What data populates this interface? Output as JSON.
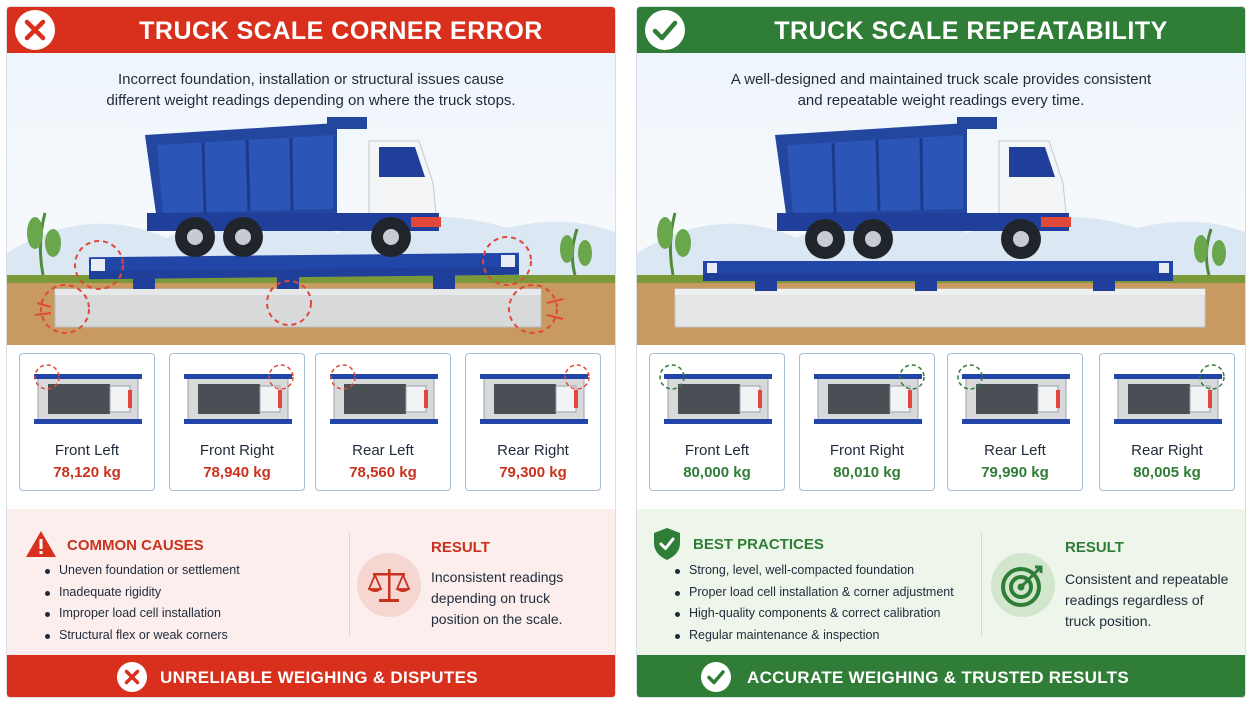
{
  "left": {
    "title": "TRUCK SCALE CORNER ERROR",
    "subtitle_line1": "Incorrect foundation, installation or structural issues cause",
    "subtitle_line2": "different weight readings depending on where the truck stops.",
    "cards": [
      {
        "label": "Front Left",
        "value": "78,120 kg"
      },
      {
        "label": "Front Right",
        "value": "78,940 kg"
      },
      {
        "label": "Rear Left",
        "value": "78,560 kg"
      },
      {
        "label": "Rear Right",
        "value": "79,300 kg"
      }
    ],
    "causes_title": "COMMON CAUSES",
    "causes": [
      "Uneven foundation or settlement",
      "Inadequate rigidity",
      "Improper load cell installation",
      "Structural flex or weak corners"
    ],
    "result_title": "RESULT",
    "result_line1": "Inconsistent readings",
    "result_line2": "depending on truck",
    "result_line3": "position on the scale.",
    "footer": "UNRELIABLE WEIGHING & DISPUTES",
    "accent": "#d9301e"
  },
  "right": {
    "title": "TRUCK SCALE REPEATABILITY",
    "subtitle_line1": "A well-designed and maintained truck scale provides consistent",
    "subtitle_line2": "and repeatable weight readings every time.",
    "cards": [
      {
        "label": "Front Left",
        "value": "80,000 kg"
      },
      {
        "label": "Front Right",
        "value": "80,010 kg"
      },
      {
        "label": "Rear Left",
        "value": "79,990 kg"
      },
      {
        "label": "Rear Right",
        "value": "80,005 kg"
      }
    ],
    "practices_title": "BEST PRACTICES",
    "practices": [
      "Strong, level, well-compacted foundation",
      "Proper load cell installation & corner adjustment",
      "High-quality components & correct calibration",
      "Regular maintenance & inspection"
    ],
    "result_title": "RESULT",
    "result_line1": "Consistent and repeatable",
    "result_line2": "readings regardless of",
    "result_line3": "truck position.",
    "footer": "ACCURATE WEIGHING & TRUSTED RESULTS",
    "accent": "#2f7d36"
  },
  "icons": {
    "header_left": "x-circle-icon",
    "header_right": "check-circle-icon",
    "causes": "warning-triangle-icon",
    "practices": "shield-check-icon",
    "result_left": "scales-icon",
    "result_right": "target-icon"
  }
}
